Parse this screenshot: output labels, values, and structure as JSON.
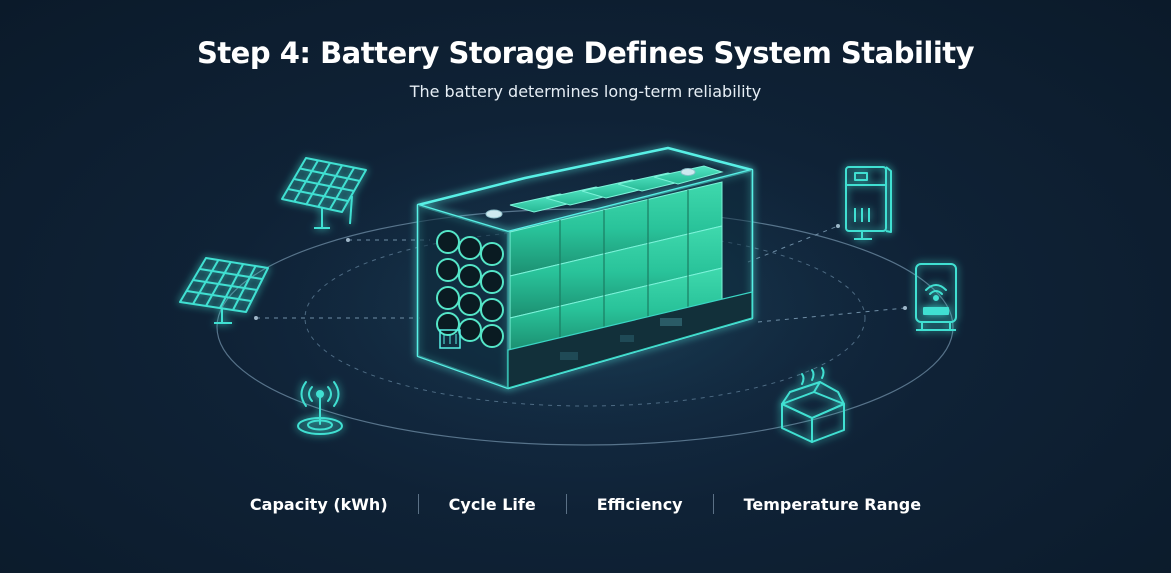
{
  "header": {
    "title": "Step 4: Battery Storage Defines System Stability",
    "subtitle": "The battery determines long-term reliability"
  },
  "metrics": [
    "Capacity (kWh)",
    "Cycle Life",
    "Efficiency",
    "Temperature Range"
  ],
  "icons": [
    "solar-panel-icon",
    "solar-panel-icon",
    "antenna-signal-icon",
    "inverter-icon",
    "smart-meter-icon",
    "battery-box-icon",
    "battery-pack-icon"
  ],
  "colors": {
    "background": "#0f2236",
    "accent": "#3ee0d0",
    "cell": "#2fd3a8",
    "text": "#ffffff"
  }
}
